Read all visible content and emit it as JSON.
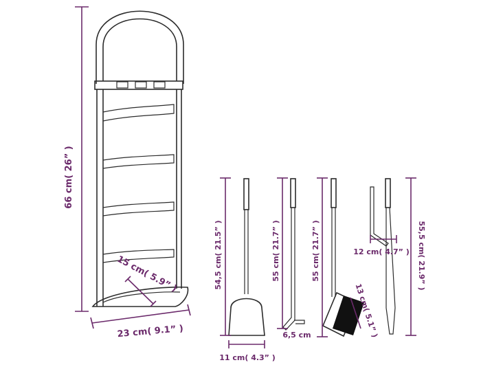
{
  "labels": {
    "height_stand": "66 cm( 26” )",
    "depth_stand": "15 cm( 5.9” )",
    "width_stand": "23 cm( 9.1” )",
    "shovel_height": "54,5 cm( 21.5” )",
    "shovel_width": "11 cm( 4.3” )",
    "poker_height": "55 cm( 21.7” )",
    "poker_hook": "6,5 cm",
    "brush_height": "55 cm( 21.7” )",
    "brush_width": "13 cm( 5.1” )",
    "tongs_height": "55,5 cm( 21.9” )",
    "tongs_width": "12 cm( 4.7” )"
  },
  "colors": {
    "dimension": "#6b2a6b",
    "outline": "#2b2b2b",
    "brush_head": "#111111"
  }
}
